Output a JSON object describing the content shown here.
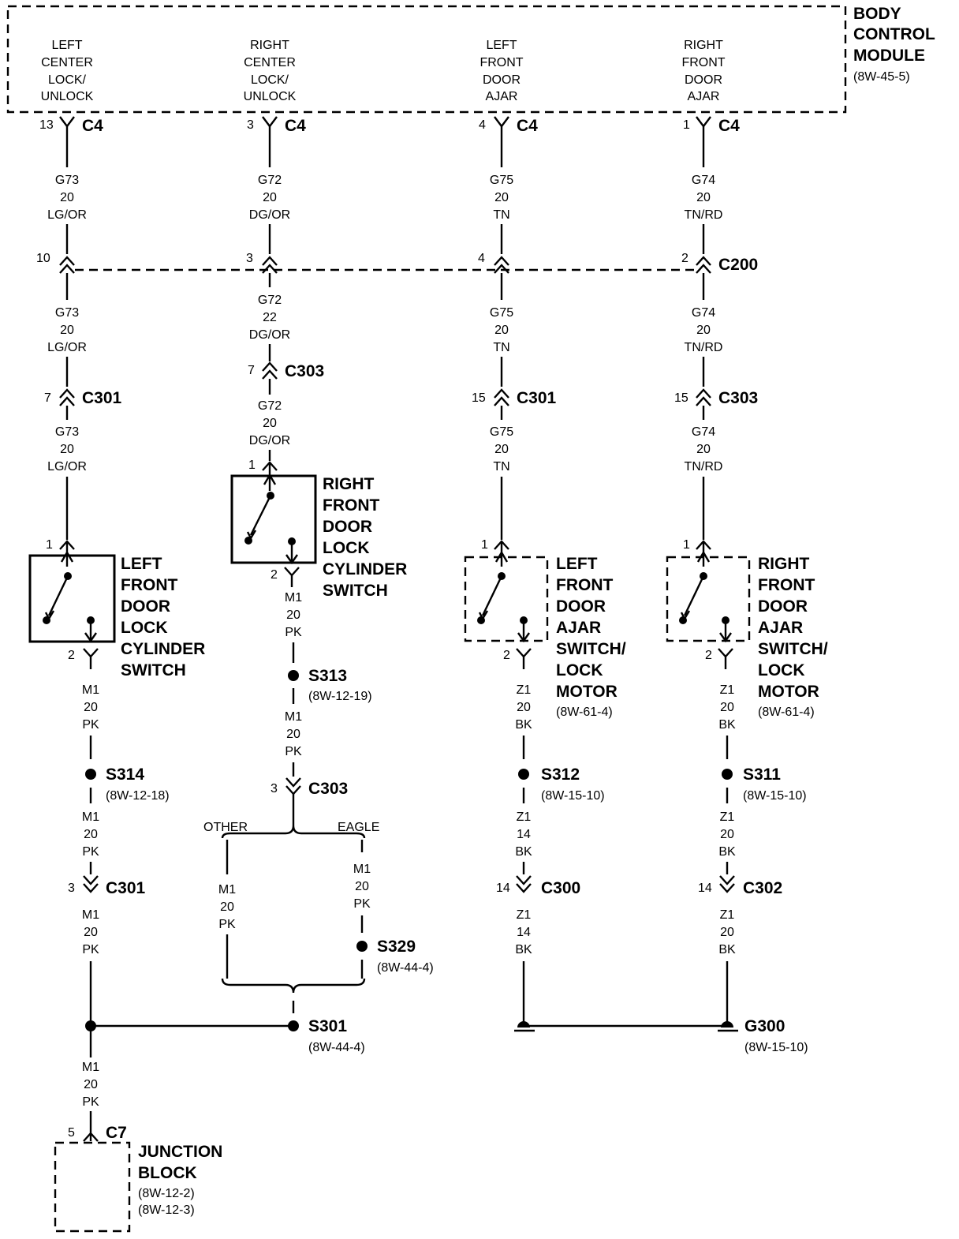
{
  "bcm": {
    "title": [
      "BODY",
      "CONTROL",
      "MODULE"
    ],
    "ref": "(8W-45-5)",
    "pins": [
      {
        "label": [
          "LEFT",
          "CENTER",
          "LOCK/",
          "UNLOCK"
        ],
        "pin": "13"
      },
      {
        "label": [
          "RIGHT",
          "CENTER",
          "LOCK/",
          "UNLOCK"
        ],
        "pin": "3"
      },
      {
        "label": [
          "LEFT",
          "FRONT",
          "DOOR",
          "AJAR"
        ],
        "pin": "4"
      },
      {
        "label": [
          "RIGHT",
          "FRONT",
          "DOOR",
          "AJAR"
        ],
        "pin": "1"
      }
    ],
    "connector": "C4"
  },
  "wires": {
    "g73": [
      "G73",
      "20",
      "LG/OR"
    ],
    "g72": [
      "G72",
      "20",
      "DG/OR"
    ],
    "g72b": [
      "G72",
      "22",
      "DG/OR"
    ],
    "g75": [
      "G75",
      "20",
      "TN"
    ],
    "g74": [
      "G74",
      "20",
      "TN/RD"
    ],
    "m1": [
      "M1",
      "20",
      "PK"
    ],
    "z1_20": [
      "Z1",
      "20",
      "BK"
    ],
    "z1_14": [
      "Z1",
      "14",
      "BK"
    ]
  },
  "c200": {
    "name": "C200",
    "pins": [
      "10",
      "3",
      "4",
      "2"
    ]
  },
  "connectors": {
    "c301_a": {
      "name": "C301",
      "pin": "7"
    },
    "c303_a": {
      "name": "C303",
      "pin": "7"
    },
    "c301_b": {
      "name": "C301",
      "pin": "15"
    },
    "c303_b": {
      "name": "C303",
      "pin": "15"
    },
    "c303_c": {
      "name": "C303",
      "pin": "3"
    },
    "c301_c": {
      "name": "C301",
      "pin": "3"
    },
    "c300": {
      "name": "C300",
      "pin": "14"
    },
    "c302": {
      "name": "C302",
      "pin": "14"
    },
    "c7": {
      "name": "C7",
      "pin": "5"
    }
  },
  "components": {
    "lf_lock": {
      "label": [
        "LEFT",
        "FRONT",
        "DOOR",
        "LOCK",
        "CYLINDER",
        "SWITCH"
      ],
      "pin_top": "1",
      "pin_bottom": "2"
    },
    "rf_lock": {
      "label": [
        "RIGHT",
        "FRONT",
        "DOOR",
        "LOCK",
        "CYLINDER",
        "SWITCH"
      ],
      "pin_top": "1",
      "pin_bottom": "2"
    },
    "lf_ajar": {
      "label": [
        "LEFT",
        "FRONT",
        "DOOR",
        "AJAR",
        "SWITCH/",
        "LOCK",
        "MOTOR"
      ],
      "ref": "(8W-61-4)",
      "pin_top": "1",
      "pin_bottom": "2"
    },
    "rf_ajar": {
      "label": [
        "RIGHT",
        "FRONT",
        "DOOR",
        "AJAR",
        "SWITCH/",
        "LOCK",
        "MOTOR"
      ],
      "ref": "(8W-61-4)",
      "pin_top": "1",
      "pin_bottom": "2"
    },
    "junction": {
      "label": [
        "JUNCTION",
        "BLOCK"
      ],
      "refs": [
        "(8W-12-2)",
        "(8W-12-3)"
      ]
    }
  },
  "splices": {
    "s313": {
      "name": "S313",
      "ref": "(8W-12-19)"
    },
    "s314": {
      "name": "S314",
      "ref": "(8W-12-18)"
    },
    "s312": {
      "name": "S312",
      "ref": "(8W-15-10)"
    },
    "s311": {
      "name": "S311",
      "ref": "(8W-15-10)"
    },
    "s329": {
      "name": "S329",
      "ref": "(8W-44-4)"
    },
    "s301": {
      "name": "S301",
      "ref": "(8W-44-4)"
    }
  },
  "ground": {
    "name": "G300",
    "ref": "(8W-15-10)"
  },
  "branches": {
    "other": "OTHER",
    "eagle": "EAGLE"
  }
}
